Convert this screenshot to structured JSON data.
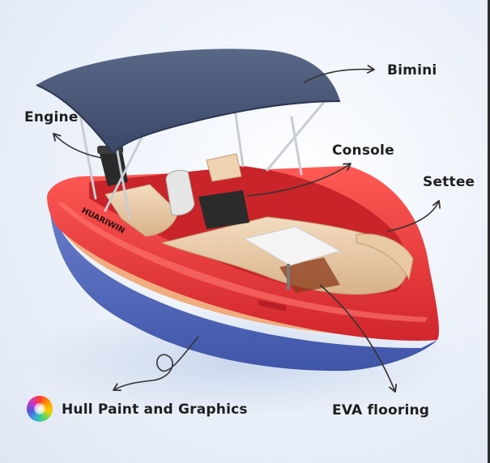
{
  "labels": {
    "bimini": "Bimini",
    "engine": "Engine",
    "console": "Console",
    "settee": "Settee",
    "eva_flooring": "EVA flooring",
    "hull": "Hull Paint and Graphics"
  },
  "hull_brand": "HUARIWIN",
  "icons": {
    "hull": "color-wheel-icon"
  },
  "colors": {
    "hull_red": "#e23438",
    "hull_blue": "#5a6fc0",
    "hull_orange": "#f09a5c",
    "canopy": "#4a5878",
    "upholstery": "#e9c9a6",
    "label_text": "#1e1e1e"
  }
}
